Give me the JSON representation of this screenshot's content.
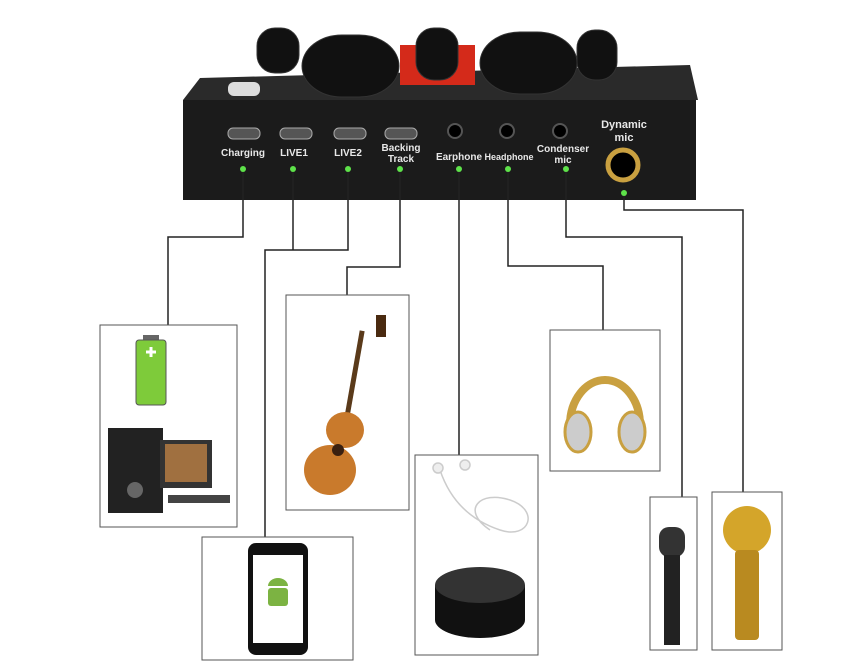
{
  "ports": [
    {
      "label": "Charging",
      "device": "battery-and-computer"
    },
    {
      "label": "LIVE1",
      "device": "android-phone"
    },
    {
      "label": "LIVE2",
      "device": "android-phone"
    },
    {
      "label": "Backing Track",
      "line1": "Backing",
      "line2": "Track",
      "device": "guitar"
    },
    {
      "label": "Earphone",
      "device": "earphones-and-speaker"
    },
    {
      "label": "Headphone",
      "device": "headphones"
    },
    {
      "label": "Condenser mic",
      "line1": "Condenser",
      "line2": "mic",
      "device": "condenser-microphone"
    },
    {
      "label": "Dynamic mic",
      "line1": "Dynamic",
      "line2": "mic",
      "device": "dynamic-microphone"
    }
  ],
  "colors": {
    "indicator": "#5ee24a",
    "panel": "#1c1c1c",
    "line": "#222222",
    "gold": "#c9a040"
  }
}
